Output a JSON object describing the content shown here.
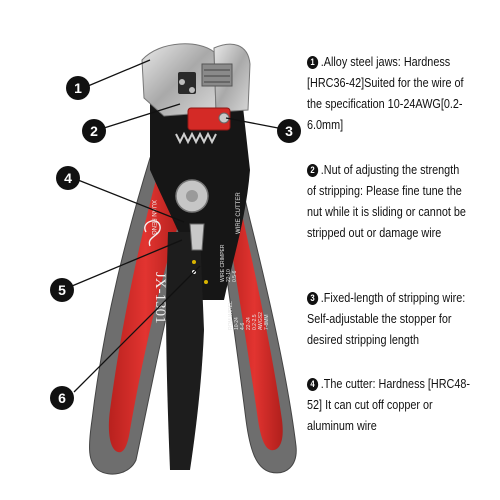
{
  "callouts": [
    {
      "number": "1"
    },
    {
      "number": "2"
    },
    {
      "number": "3"
    },
    {
      "number": "4"
    },
    {
      "number": "5"
    },
    {
      "number": "6"
    }
  ],
  "tool_markings": {
    "model": "JX-1301",
    "brand": "XUAN FENG",
    "cutter": "WIRE CUTTER",
    "crimper": "WIRE CRIMPER",
    "crimper_sizes": [
      "22-10",
      "0.5-6"
    ],
    "stripper_title": "ROM WIREL",
    "stripper_sizes": [
      "10-24",
      "4-6",
      "22-24",
      "0.2-2.5",
      "AWGS2",
      "7-8MM"
    ]
  },
  "descriptions": [
    {
      "number": "1",
      "text": ".Alloy steel jaws: Hardness [HRC36-42]Suited for the wire of the specification 10-24AWG[0.2-6.0mm]"
    },
    {
      "number": "2",
      "text": ".Nut of adjusting the strength of stripping: Please fine tune the nut while it is sliding or cannot be stripped out or damage wire"
    },
    {
      "number": "3",
      "text": ".Fixed-length of stripping wire: Self-adjustable the stopper for desired stripping length"
    },
    {
      "number": "4",
      "text": ".The cutter: Hardness [HRC48-52] It can cut off copper or aluminum wire"
    }
  ],
  "colors": {
    "handle_red": "#d42a26",
    "handle_gray": "#6e6e6e",
    "body_black": "#161616",
    "steel": "#c6c6c6",
    "callout_black": "#111111"
  }
}
